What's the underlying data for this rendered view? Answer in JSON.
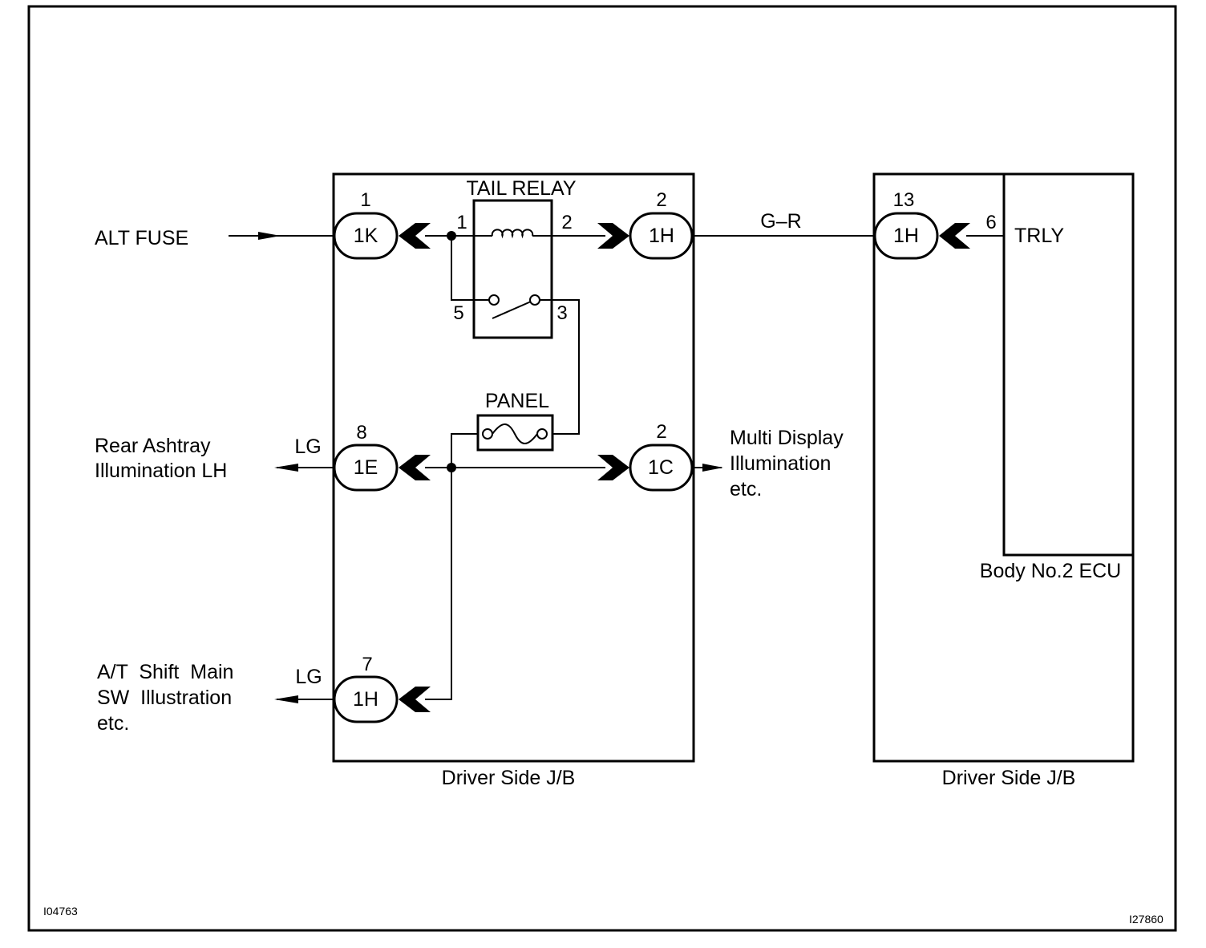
{
  "blocks": {
    "left_jb": "Driver Side J/B",
    "right_jb": "Driver Side J/B",
    "ecu": "Body No.2 ECU"
  },
  "relay": {
    "label": "TAIL RELAY",
    "pin1": "1",
    "pin2": "2",
    "pin3": "3",
    "pin5": "5"
  },
  "fuse": {
    "label": "PANEL"
  },
  "connectors": {
    "c1k": {
      "code": "1K",
      "pin": "1"
    },
    "c1h_relay": {
      "code": "1H",
      "pin": "2"
    },
    "c1e": {
      "code": "1E",
      "pin": "8"
    },
    "c1c": {
      "code": "1C",
      "pin": "2"
    },
    "c1h_bottom": {
      "code": "1H",
      "pin": "7"
    },
    "c1h_ecu": {
      "code": "1H",
      "pin": "13"
    }
  },
  "ecu_terminal": {
    "pin": "6",
    "name": "TRLY"
  },
  "wires": {
    "g_r": "G–R",
    "lg_top": "LG",
    "lg_bottom": "LG"
  },
  "labels": {
    "alt_fuse": "ALT FUSE",
    "rear_ashtray_1": "Rear Ashtray",
    "rear_ashtray_2": "Illumination LH",
    "multi_1": "Multi Display",
    "multi_2": "Illumination",
    "multi_3": "etc.",
    "at_shift_1": "A/T  Shift  Main",
    "at_shift_2": "SW  Illustration",
    "at_shift_3": "etc."
  },
  "codes": {
    "left": "I04763",
    "right": "I27860"
  }
}
